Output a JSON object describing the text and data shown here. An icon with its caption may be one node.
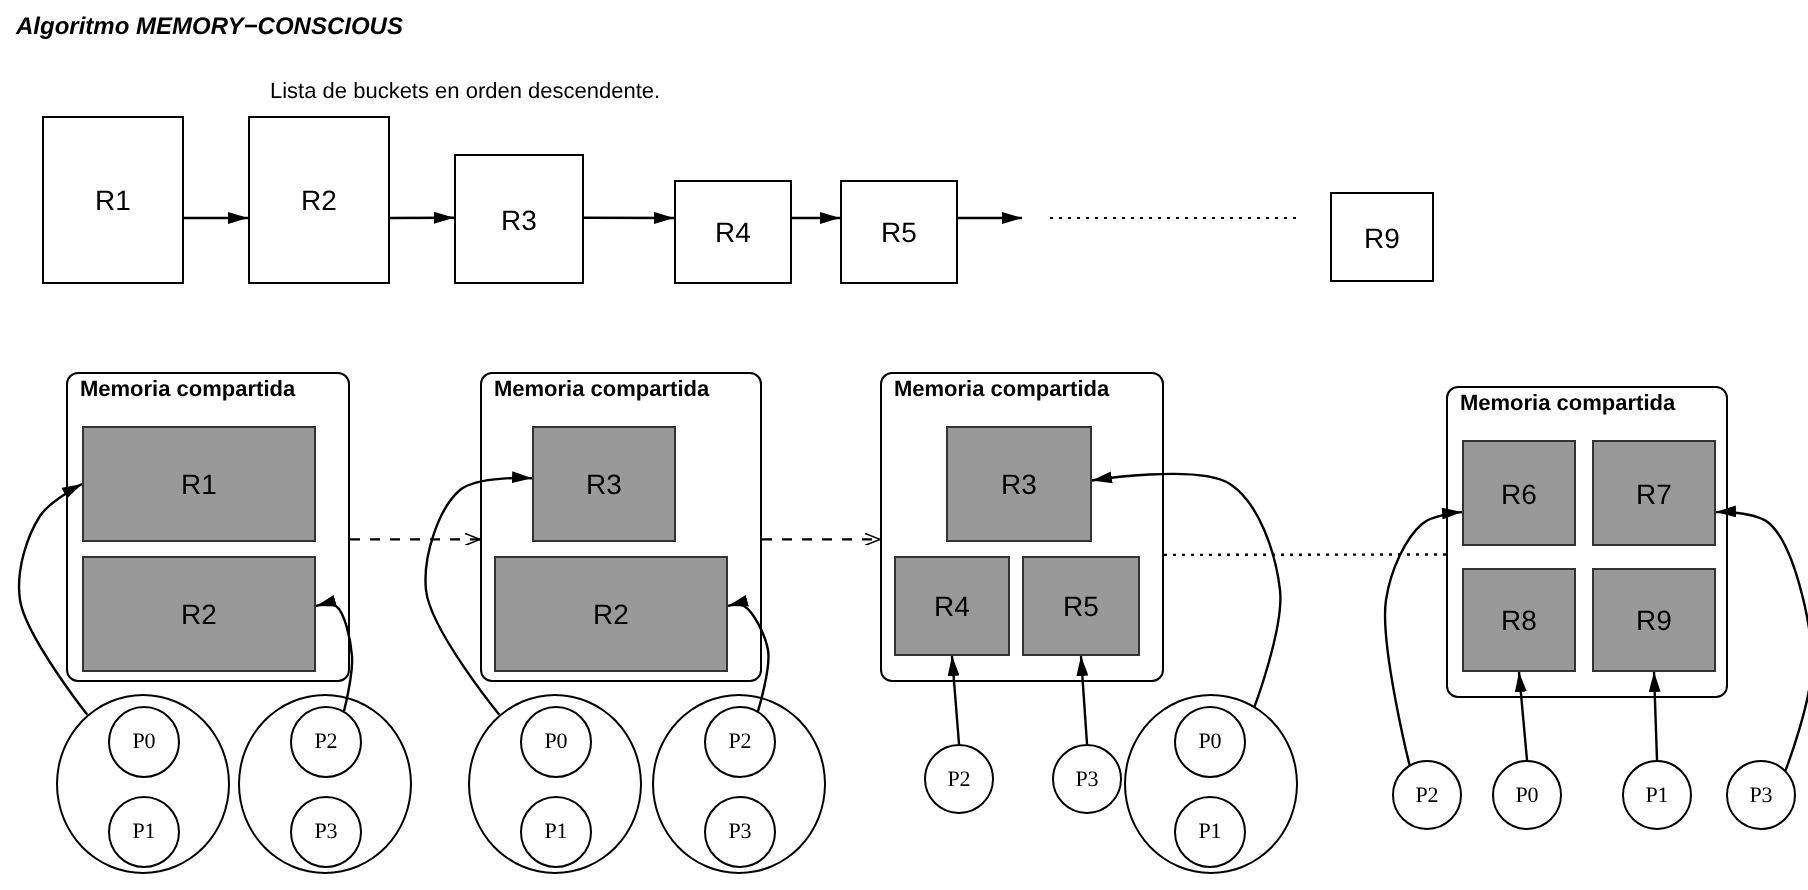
{
  "diagram": {
    "title": "Algoritmo MEMORY−CONSCIOUS",
    "nodes": [
      {
        "text": [
          "R1"
        ]
      },
      {
        "text": [
          "R2"
        ]
      },
      {
        "text": [
          "R3"
        ]
      },
      {
        "text": [
          "R4"
        ]
      },
      {
        "text": [
          "R5"
        ]
      },
      {
        "text": [
          "R9"
        ]
      },
      {
        "text": [
          "Memoria compartida"
        ]
      },
      {
        "text": [
          "R1"
        ],
        "in": 6
      },
      {
        "text": [
          "R2"
        ],
        "in": 6
      },
      {
        "text": [
          "Memoria compartida"
        ]
      },
      {
        "text": [
          "R3"
        ],
        "in": 9
      },
      {
        "text": [
          "R2"
        ],
        "in": 9
      },
      {
        "text": [
          "Memoria compartida"
        ]
      },
      {
        "text": [
          "R3"
        ],
        "in": 12
      },
      {
        "text": [
          "R4"
        ],
        "in": 12
      },
      {
        "text": [
          "R5"
        ],
        "in": 12
      },
      {
        "text": [
          "Memoria compartida"
        ]
      },
      {
        "text": [
          "R6"
        ],
        "in": 16
      },
      {
        "text": [
          "R7"
        ],
        "in": 16
      },
      {
        "text": [
          "R8"
        ],
        "in": 16
      },
      {
        "text": [
          "R9"
        ],
        "in": 16
      },
      {
        "text": [],
        "shape": "circle"
      },
      {
        "text": [
          "P0"
        ],
        "in": 21
      },
      {
        "text": [
          "P1"
        ],
        "in": 21
      },
      {
        "text": [],
        "shape": "circle"
      },
      {
        "text": [
          "P2"
        ],
        "in": 24
      },
      {
        "text": [
          "P3"
        ],
        "in": 24
      },
      {
        "text": [],
        "shape": "circle"
      },
      {
        "text": [
          "P0"
        ],
        "in": 27
      },
      {
        "text": [
          "P1"
        ],
        "in": 27
      },
      {
        "text": [],
        "shape": "circle"
      },
      {
        "text": [
          "P2"
        ],
        "in": 30
      },
      {
        "text": [
          "P3"
        ],
        "in": 30
      },
      {
        "text": [
          "P2"
        ]
      },
      {
        "text": [
          "P3"
        ]
      },
      {
        "text": [],
        "shape": "circle"
      },
      {
        "text": [
          "P0"
        ],
        "in": 35
      },
      {
        "text": [
          "P1"
        ],
        "in": 35
      },
      {
        "text": [
          "P2"
        ]
      },
      {
        "text": [
          "P0"
        ]
      },
      {
        "text": [
          "P1"
        ]
      },
      {
        "text": [
          "P3"
        ]
      }
    ],
    "edges": [
      {
        "from": 0,
        "to": 1,
        "arrow": "to"
      },
      {
        "from": 1,
        "to": 2,
        "arrow": "to"
      },
      {
        "from": 2,
        "to": 3,
        "arrow": "to"
      },
      {
        "from": 3,
        "to": 4,
        "arrow": "to"
      },
      {
        "from": 4,
        "to": null,
        "arrow": "to"
      },
      {
        "from": 21,
        "to": 7,
        "arrow": "to"
      },
      {
        "from": 25,
        "to": 8,
        "arrow": "to"
      },
      {
        "from": 6,
        "to": 9,
        "arrow": "to",
        "style": "dashed"
      },
      {
        "from": 27,
        "to": 10,
        "arrow": "to"
      },
      {
        "from": 31,
        "to": 11,
        "arrow": "to"
      },
      {
        "from": 9,
        "to": 12,
        "arrow": "to",
        "style": "dashed"
      },
      {
        "from": 33,
        "to": 14,
        "arrow": "to"
      },
      {
        "from": 34,
        "to": 15,
        "arrow": "to"
      },
      {
        "from": 35,
        "to": 13,
        "arrow": "to"
      },
      {
        "from": 12,
        "to": 16,
        "arrow": "none",
        "style": "dashed"
      },
      {
        "from": 38,
        "to": 17,
        "arrow": "to"
      },
      {
        "from": 39,
        "to": 19,
        "arrow": "to"
      },
      {
        "from": 40,
        "to": 20,
        "arrow": "to"
      },
      {
        "from": 41,
        "to": 18,
        "arrow": "to"
      }
    ],
    "labels": [
      "Lista de buckets en orden descendente."
    ]
  }
}
